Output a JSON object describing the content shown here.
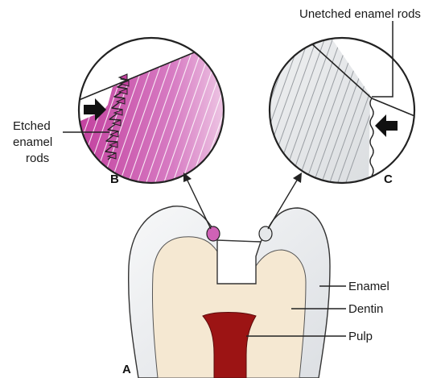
{
  "labels": {
    "unetched": "Unetched enamel rods",
    "etched_1": "Etched",
    "etched_2": "enamel",
    "etched_3": "rods",
    "enamel": "Enamel",
    "dentin": "Dentin",
    "pulp": "Pulp",
    "panel_a": "A",
    "panel_b": "B",
    "panel_c": "C"
  },
  "colors": {
    "etched_pink": "#cf62b6",
    "dentin": "#f5e8d2",
    "enamel": "#eef0f2",
    "pulp": "#9c1414",
    "unetched_gray": "#e8eaec",
    "outline": "#222222"
  }
}
